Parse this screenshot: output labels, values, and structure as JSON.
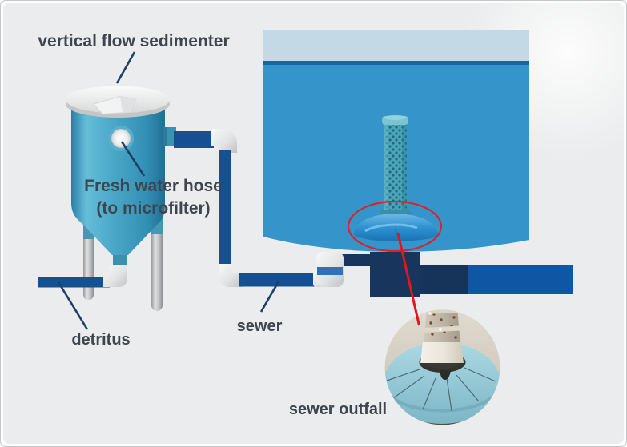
{
  "diagram": {
    "labels": {
      "sedimenter": "vertical flow sedimenter",
      "fresh_water_hose_line1": "Fresh water hose",
      "fresh_water_hose_line2": "(to microfilter)",
      "detritus": "detritus",
      "sewer": "sewer",
      "sewer_outfall": "sewer outfall"
    },
    "colors": {
      "panel_background": "#ebeced",
      "tank_surface_band": "#c3d9e5",
      "tank_waterline": "#1266b0",
      "tank_water": "#3595cb",
      "sedimenter_body": "#4aa7c7",
      "pipe_navy": "#155093",
      "pipe_dark_box": "#17355d",
      "pipe_bright": "#0f57a4",
      "highlight_red": "#d6252b",
      "leader_line": "#1d3f66",
      "label_text": "#3e454c"
    }
  }
}
